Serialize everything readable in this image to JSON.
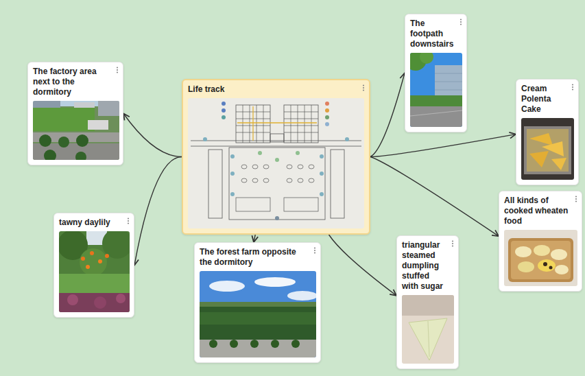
{
  "diagram": {
    "nodes": [
      {
        "text": [
          "Life track"
        ]
      },
      {
        "text": [
          "The factory area next to the dormitory"
        ]
      },
      {
        "text": [
          "tawny daylily"
        ]
      },
      {
        "text": [
          "The forest farm opposite the dormitory"
        ]
      },
      {
        "text": [
          "triangular steamed dumpling stuffed with sugar"
        ]
      },
      {
        "text": [
          "The footpath downstairs"
        ]
      },
      {
        "text": [
          "Cream Polenta Cake"
        ]
      },
      {
        "text": [
          "All kinds of cooked wheaten food"
        ]
      }
    ],
    "edges": [
      {
        "from": 0,
        "to": 1,
        "arrow": "to"
      },
      {
        "from": 0,
        "to": 2,
        "arrow": "to"
      },
      {
        "from": 0,
        "to": 3,
        "arrow": "to"
      },
      {
        "from": 0,
        "to": 4,
        "arrow": "to"
      },
      {
        "from": 0,
        "to": 5,
        "arrow": "to"
      },
      {
        "from": 0,
        "to": 6,
        "arrow": "to"
      },
      {
        "from": 0,
        "to": 7,
        "arrow": "to"
      }
    ]
  }
}
